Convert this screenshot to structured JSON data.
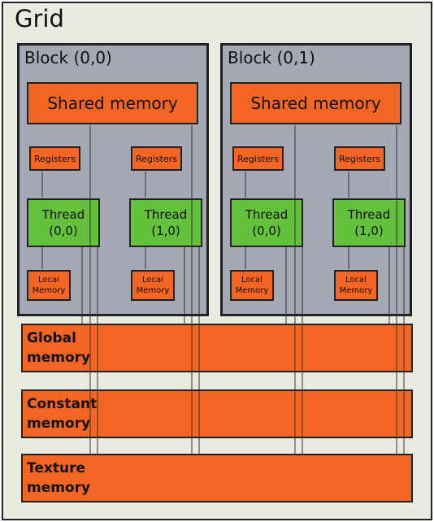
{
  "grid": {
    "title": "Grid"
  },
  "blocks": [
    {
      "title": "Block (0,0)",
      "shared": "Shared memory",
      "threads": [
        {
          "registers": "Registers",
          "label": "Thread",
          "id": "(0,0)",
          "local": [
            "Local",
            "Memory"
          ]
        },
        {
          "registers": "Registers",
          "label": "Thread",
          "id": "(1,0)",
          "local": [
            "Local",
            "Memory"
          ]
        }
      ]
    },
    {
      "title": "Block (0,1)",
      "shared": "Shared memory",
      "threads": [
        {
          "registers": "Registers",
          "label": "Thread",
          "id": "(0,0)",
          "local": [
            "Local",
            "Memory"
          ]
        },
        {
          "registers": "Registers",
          "label": "Thread",
          "id": "(1,0)",
          "local": [
            "Local",
            "Memory"
          ]
        }
      ]
    }
  ],
  "memories": [
    {
      "lines": [
        "Global",
        "memory"
      ]
    },
    {
      "lines": [
        "Constant",
        "memory"
      ]
    },
    {
      "lines": [
        "Texture",
        "memory"
      ]
    }
  ],
  "colors": {
    "memory": "#f26522",
    "thread": "#63c13c",
    "block": "#a4a9b4",
    "grid": "#e8ebdf"
  }
}
